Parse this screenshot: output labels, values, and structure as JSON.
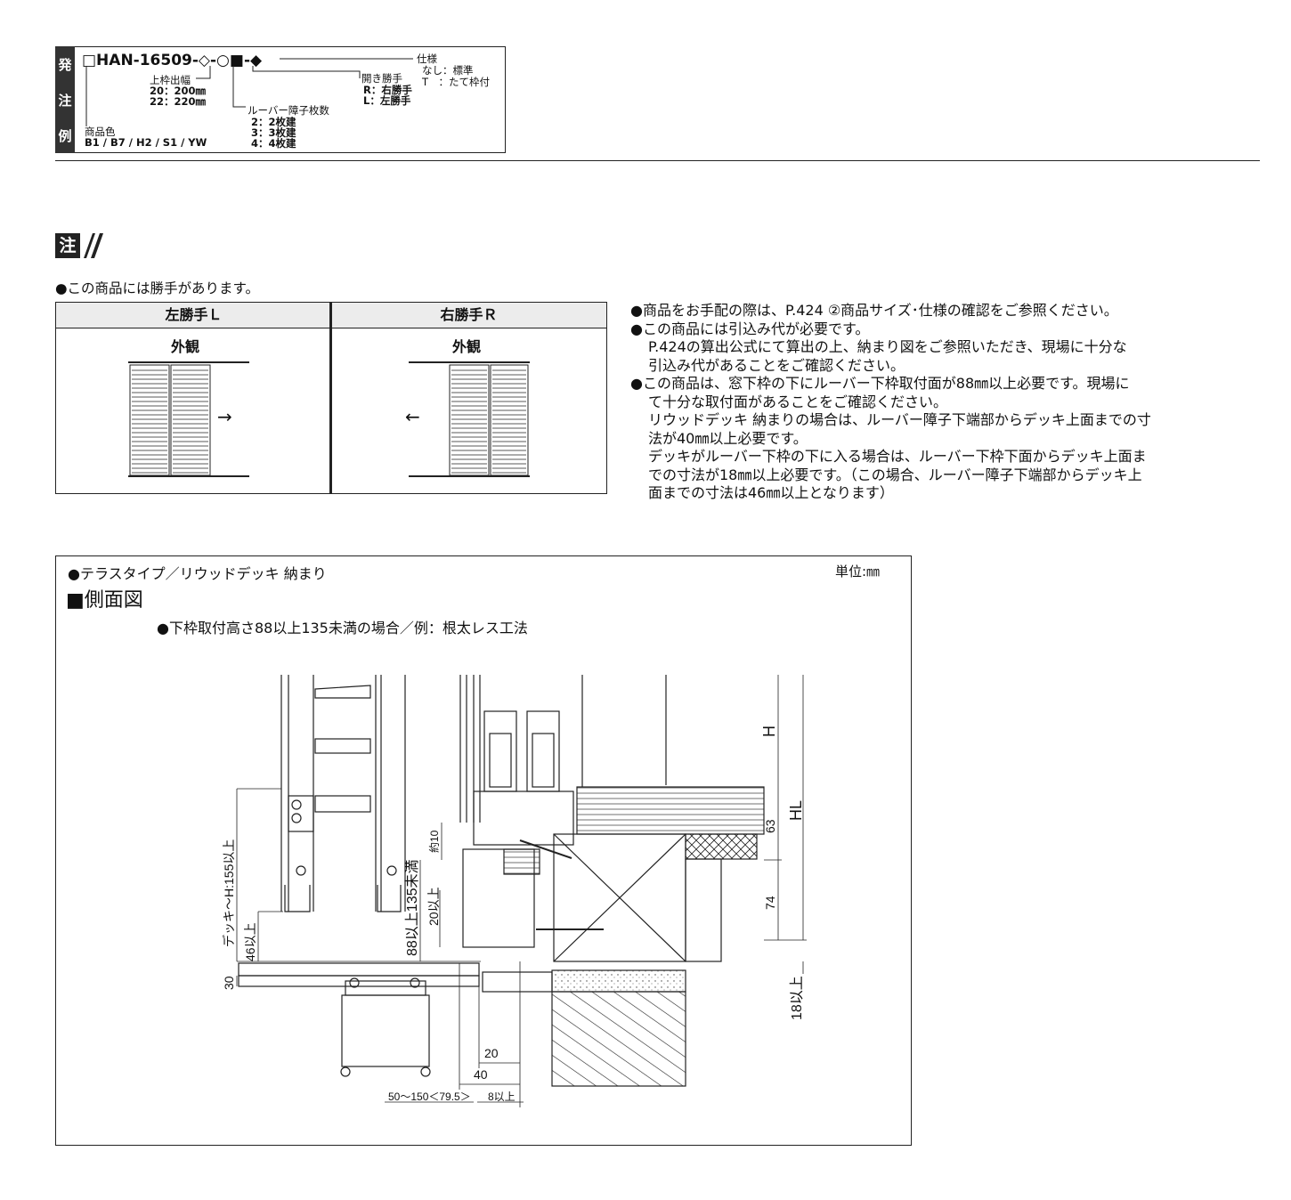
{
  "order_example": {
    "tab_chars": [
      "発",
      "注",
      "例"
    ],
    "code": "□HAN-16509-◇-○■-◆",
    "frame_width_title": "上枠出幅",
    "frame_width_options": [
      "20：200㎜",
      "22：220㎜"
    ],
    "color_title": "商品色",
    "color_options": "B1 / B7 / H2 / S1 / YW",
    "louver_title": "ルーバー障子枚数",
    "louver_options": [
      "2：2枚建",
      "3：3枚建",
      "4：4枚建"
    ],
    "hand_title": "開き勝手",
    "hand_options": [
      "R：右勝手",
      "L：左勝手"
    ],
    "spec_title": "仕様",
    "spec_options": [
      "なし：標準",
      "T　：たて枠付"
    ]
  },
  "note": {
    "badge": "注",
    "intro": "●この商品には勝手があります。",
    "left_head": "左勝手Ｌ",
    "right_head": "右勝手Ｒ",
    "left_sub": "外観",
    "right_sub": "外観",
    "left_arrow": "→",
    "right_arrow": "←"
  },
  "bullets": [
    {
      "text": "●商品をお手配の際は、P.424 ②商品サイズ･仕様の確認をご参照ください。",
      "indent": false
    },
    {
      "text": "●この商品には引込み代が必要です。",
      "indent": false
    },
    {
      "text": "P.424の算出公式にて算出の上、納まり図をご参照いただき、現場に十分な",
      "indent": true
    },
    {
      "text": "引込み代があることをご確認ください。",
      "indent": true
    },
    {
      "text": "●この商品は、窓下枠の下にルーバー下枠取付面が88㎜以上必要です。現場に",
      "indent": false
    },
    {
      "text": "て十分な取付面があることをご確認ください。",
      "indent": true
    },
    {
      "text": "リウッドデッキ 納まりの場合は、ルーバー障子下端部からデッキ上面までの寸",
      "indent": true
    },
    {
      "text": "法が40㎜以上必要です。",
      "indent": true
    },
    {
      "text": "デッキがルーバー下枠の下に入る場合は、ルーバー下枠下面からデッキ上面ま",
      "indent": true
    },
    {
      "text": "での寸法が18㎜以上必要です。（この場合、ルーバー障子下端部からデッキ上",
      "indent": true
    },
    {
      "text": "面までの寸法は46㎜以上となります）",
      "indent": true
    }
  ],
  "section": {
    "title": "●テラスタイプ／リウッドデッキ 納まり",
    "unit": "単位:㎜",
    "heading": "■側面図",
    "subtitle": "●下枠取付高さ88以上135未満の場合／例：根太レス工法",
    "dims": {
      "deck_h": "デッキ〜H:155以上",
      "d46": "46以上",
      "d30": "30",
      "d88": "88以上135未満",
      "d10": "約10",
      "d20v": "20以上",
      "dH": "H",
      "dHL": "HL",
      "d63": "63",
      "d74": "74",
      "d18": "18以上",
      "d20": "20",
      "d40": "40",
      "d50": "50〜150＜79.5＞",
      "d8": "8以上"
    }
  }
}
